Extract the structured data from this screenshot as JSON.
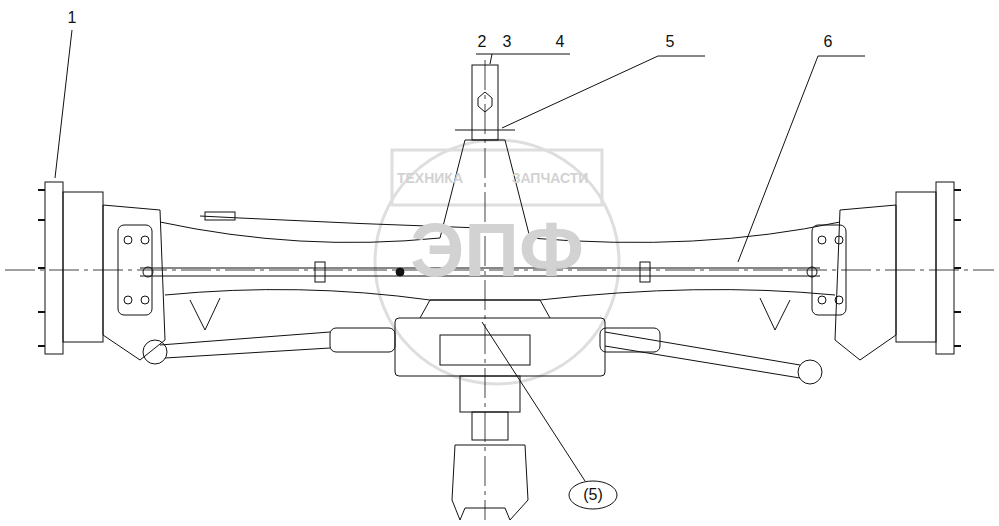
{
  "diagram": {
    "labels": [
      "1",
      "2",
      "3",
      "4",
      "5",
      "6",
      "ТЕХНИКА",
      "ЗАПЧАСТИ",
      "ЭПФ",
      "(5)"
    ]
  }
}
